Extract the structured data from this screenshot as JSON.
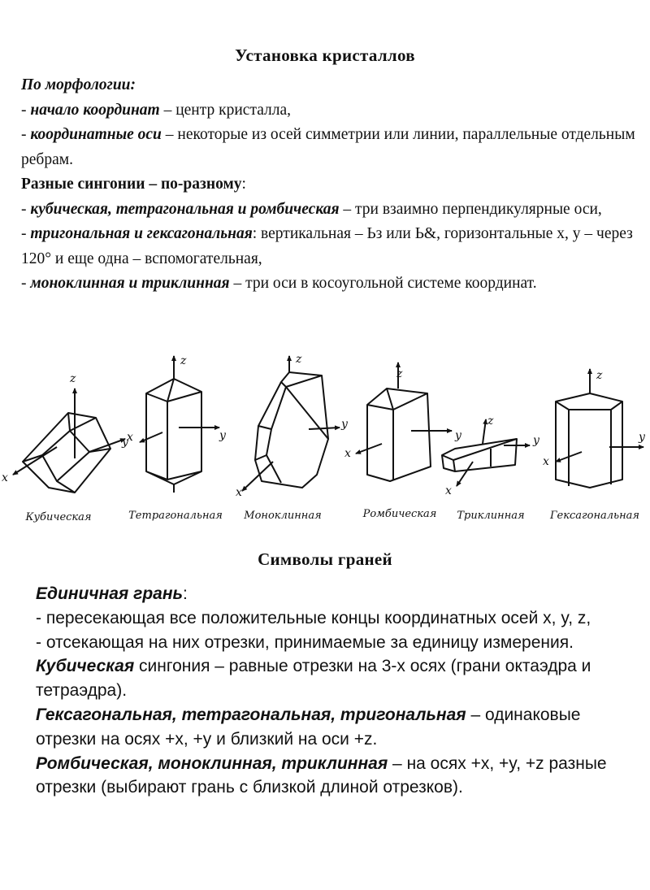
{
  "section1": {
    "title": "Установка кристаллов",
    "heading1": "По морфологии:",
    "l1_pre": "- ",
    "l1_term": "начало координат",
    "l1_rest": " – центр кристалла,",
    "l2_pre": "- ",
    "l2_term": "координатные оси",
    "l2_rest": " – некоторые из осей симметрии или линии, параллельные отдельным ребрам.",
    "heading2": "Разные сингонии – по-разному",
    "heading2_colon": ":",
    "l3_pre": "- ",
    "l3_term": "кубическая, тетрагональная и ромбическая",
    "l3_rest": " – три взаимно перпендикулярные оси,",
    "l4_pre": "- ",
    "l4_term": "тригональная и гексагональная",
    "l4_rest": ": вертикальная – Ьз или Ь&, горизонтальные х, у – через 120° и еще одна – вспомогательная,",
    "l5_pre": "- ",
    "l5_term": "моноклинная и триклинная",
    "l5_rest": " – три оси в косоугольной системе координат."
  },
  "figure": {
    "labels": [
      "Кубическая",
      "Тетрагональная",
      "Моноклинная",
      "Ромбическая",
      "Триклинная",
      "Гексагональная"
    ],
    "axis_x": "x",
    "axis_y": "y",
    "axis_z": "z"
  },
  "section2": {
    "title": "Символы граней",
    "heading": "Единичная грань",
    "heading_colon": ":",
    "b1": "- пересекающая все положительные концы координатных осей x, y, z,",
    "b2": "- отсекающая на них отрезки, принимаемые за единицу измерения.",
    "p1_term": "Кубическая",
    "p1_rest": " сингония – равные отрезки на 3-х осях (грани октаэдра и тетраэдра).",
    "p2_term": "Гексагональная, тетрагональная, тригональная",
    "p2_rest": " – одинаковые отрезки на осях +x, +y и близкий на оси +z.",
    "p3_term": "Ромбическая, моноклинная, триклинная",
    "p3_rest": " – на осях +x, +y, +z разные отрезки (выбирают грань с близкой длиной отрезков)."
  }
}
